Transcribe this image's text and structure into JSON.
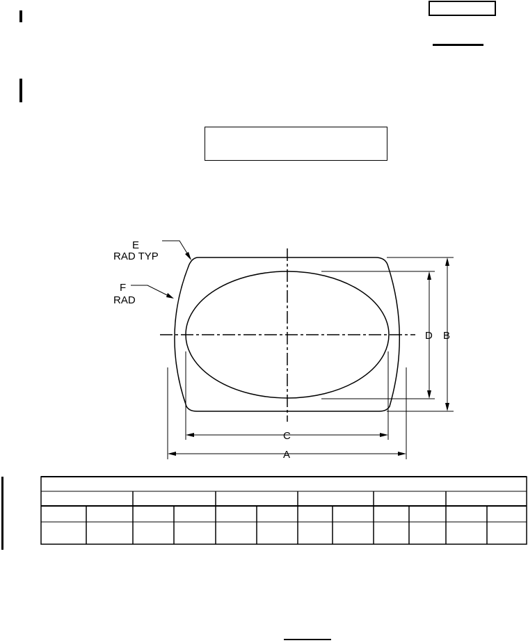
{
  "figure": {
    "labels": {
      "e": "E",
      "e_note": "RAD TYP",
      "f": "F",
      "f_note": "RAD",
      "d": "D",
      "b": "B",
      "c": "C",
      "a": "A"
    }
  },
  "table": {
    "title": "",
    "group_headers": [
      "",
      "",
      "",
      "",
      "",
      ""
    ],
    "sub_headers": [
      "",
      "",
      "",
      "",
      "",
      "",
      "",
      "",
      "",
      "",
      "",
      ""
    ],
    "rows": [
      [
        "",
        "",
        "",
        "",
        "",
        "",
        "",
        "",
        "",
        "",
        "",
        ""
      ]
    ]
  }
}
